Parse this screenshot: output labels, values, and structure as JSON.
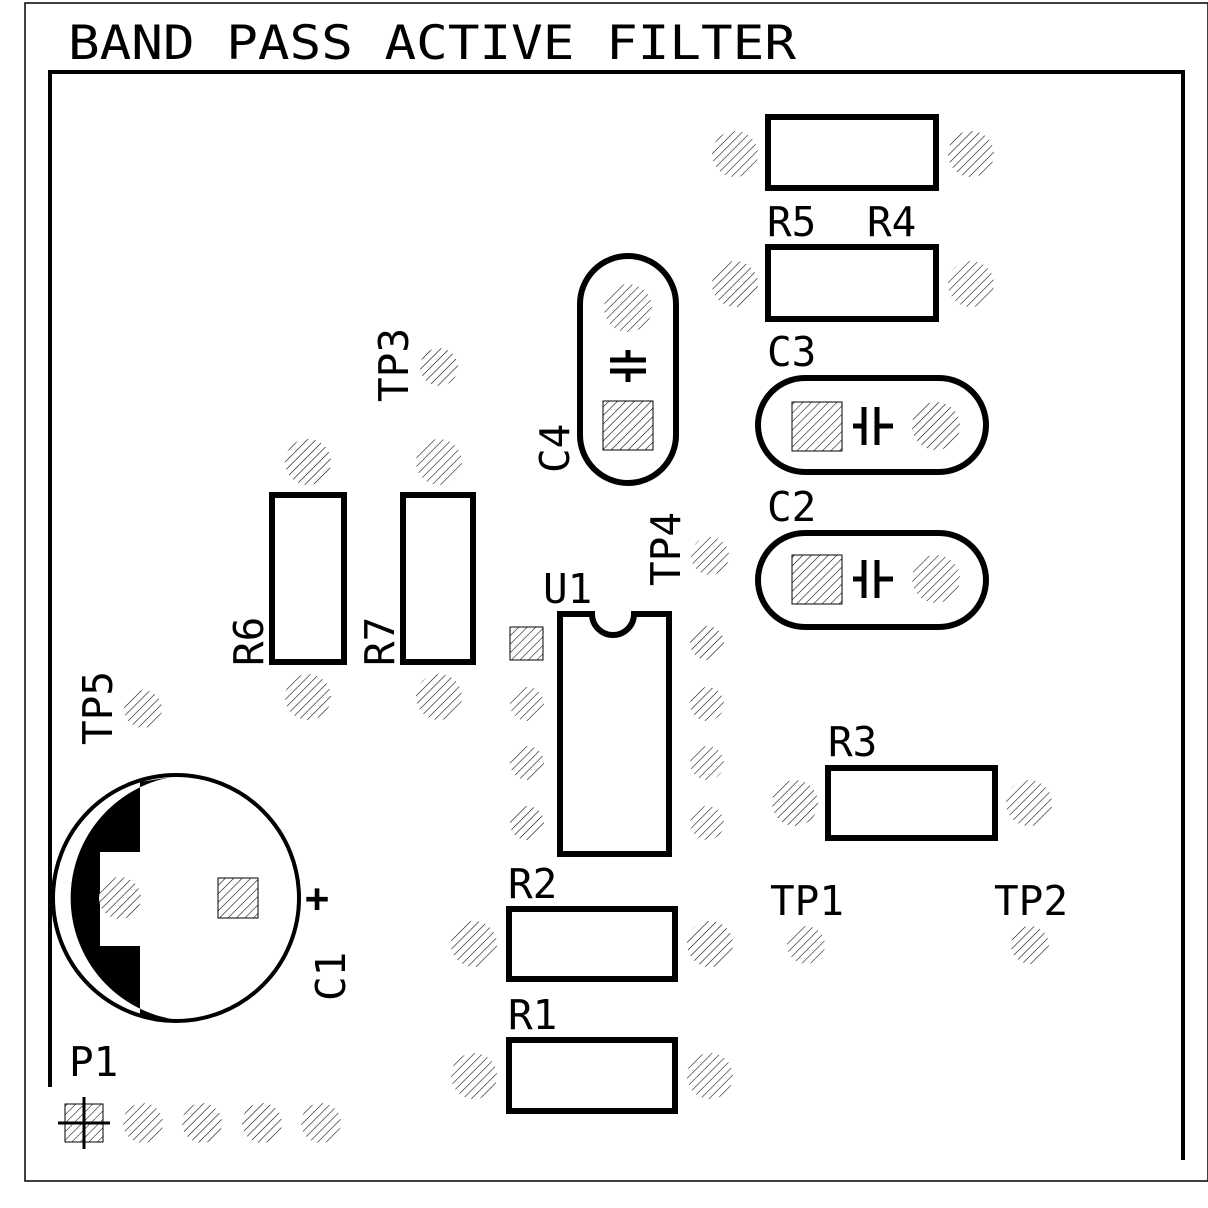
{
  "title": "BAND PASS ACTIVE FILTER",
  "components": {
    "R5": "R5",
    "R4": "R4",
    "C3": "C3",
    "C4": "C4",
    "C2": "C2",
    "TP3": "TP3",
    "TP4": "TP4",
    "TP5": "TP5",
    "R6": "R6",
    "R7": "R7",
    "U1": "U1",
    "R3": "R3",
    "R2": "R2",
    "R1": "R1",
    "TP1": "TP1",
    "TP2": "TP2",
    "C1": "C1",
    "P1": "P1"
  },
  "polarity_mark": "+",
  "colors": {
    "ink": "#000000",
    "background": "#ffffff"
  }
}
